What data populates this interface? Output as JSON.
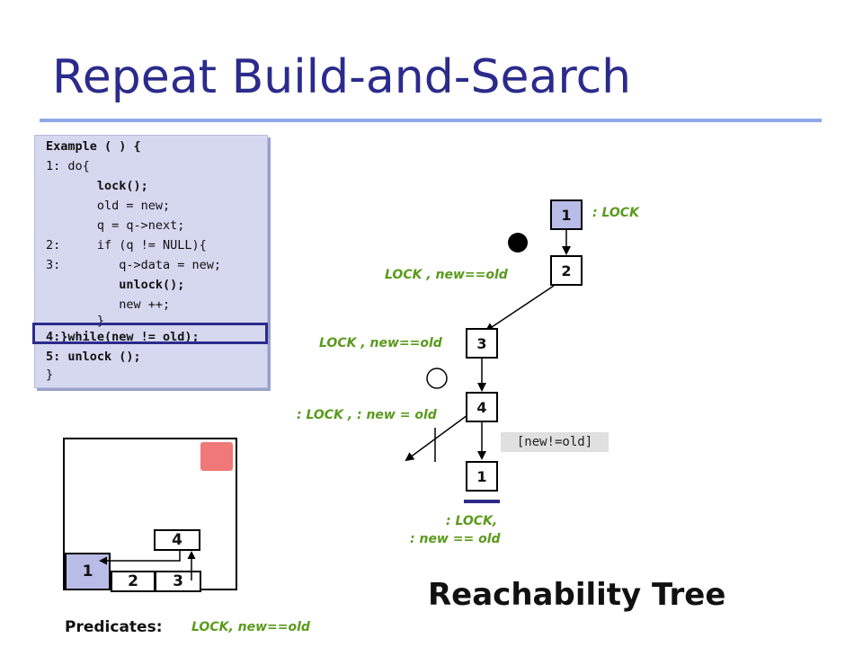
{
  "slide": {
    "title": "Repeat Build-and-Search"
  },
  "code": {
    "lines": [
      {
        "text": "Example ( ) {",
        "bold": true
      },
      {
        "text": "1: do{",
        "bold": false
      },
      {
        "text": "       lock();",
        "bold": true
      },
      {
        "text": "       old = new;",
        "bold": false
      },
      {
        "text": "       q = q->next;",
        "bold": false
      },
      {
        "text": "2:     if (q != NULL){",
        "bold": false
      },
      {
        "text": "3:        q->data = new;",
        "bold": false
      },
      {
        "text": "          unlock();",
        "bold": true
      },
      {
        "text": "          new ++;",
        "bold": false
      },
      {
        "text": "       }",
        "bold": false
      },
      {
        "text": "4:}while(new != old);",
        "bold": true
      },
      {
        "text": "5: unlock ();",
        "bold": true
      },
      {
        "text": "}",
        "bold": false
      }
    ]
  },
  "tree": {
    "nodes": [
      {
        "label": "1"
      },
      {
        "label": "2"
      },
      {
        "label": "3"
      },
      {
        "label": "4"
      },
      {
        "label": "1"
      }
    ],
    "annotations": {
      "n1": ": LOCK",
      "n2": "LOCK , new==old",
      "n3": "LOCK , new==old",
      "n4": ": LOCK , : new = old",
      "n5_line1": ": LOCK,",
      "n5_line2": ": new == old"
    },
    "guard": "[new!=old]",
    "caption": "Reachability Tree"
  },
  "heap": {
    "cells": [
      "1",
      "2",
      "3",
      "4"
    ]
  },
  "predicates": {
    "label": "Predicates:",
    "value": "LOCK, new==old"
  }
}
